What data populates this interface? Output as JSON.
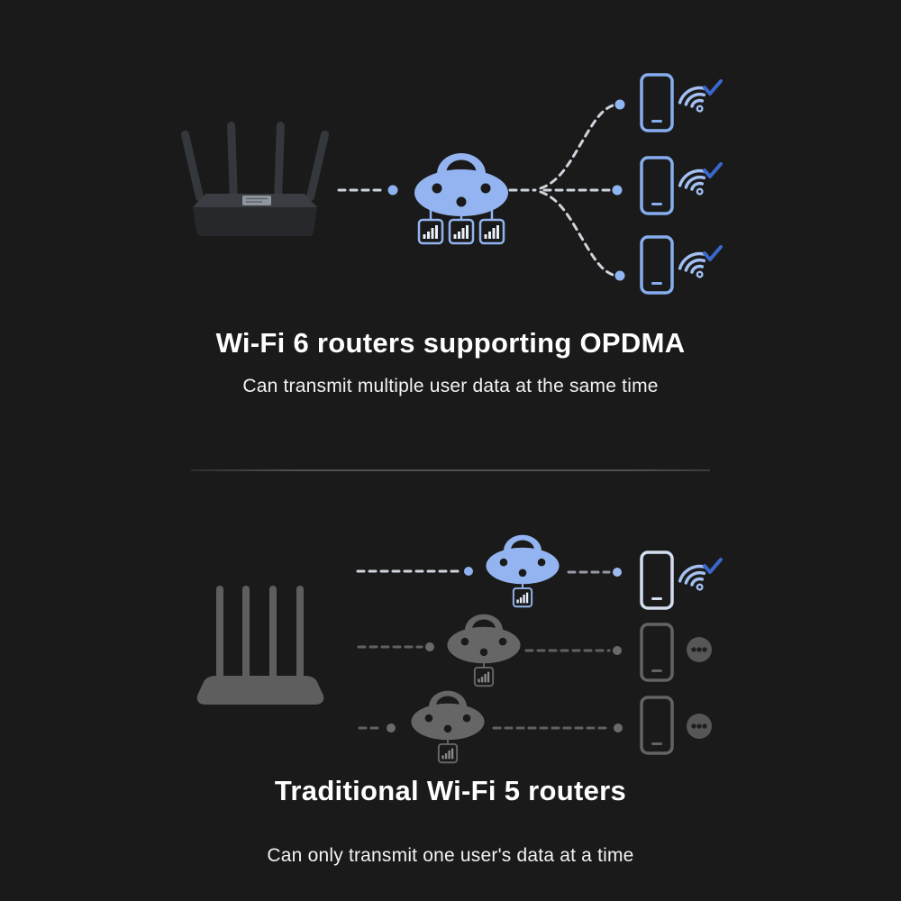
{
  "page": {
    "background_color": "#1a1a1a",
    "text_color": "#ffffff",
    "divider_color": "#474747",
    "accent_blue": "#93b4f0",
    "check_blue": "#3a67cc",
    "inactive_gray": "#666666",
    "dash_color": "#cfd4dc"
  },
  "wifi6_section": {
    "title": "Wi-Fi 6 routers supporting OPDMA",
    "subtitle": "Can transmit multiple user data at the same time",
    "phone_count": 3,
    "data_packets_on_ufo": 3,
    "icons": [
      "router-image",
      "ufo-transmitter-icon",
      "data-packet-icon",
      "phone-icon",
      "wifi-check-icon"
    ]
  },
  "wifi5_section": {
    "title": "Traditional Wi-Fi 5 routers",
    "subtitle": "Can only transmit one user's data at a time",
    "phone_count": 3,
    "rows": [
      {
        "state": "transmitting"
      },
      {
        "state": "waiting"
      },
      {
        "state": "waiting"
      }
    ],
    "icons": [
      "router-image",
      "ufo-transmitter-icon",
      "data-packet-icon",
      "phone-icon",
      "wifi-check-icon",
      "waiting-ellipsis-icon"
    ]
  }
}
